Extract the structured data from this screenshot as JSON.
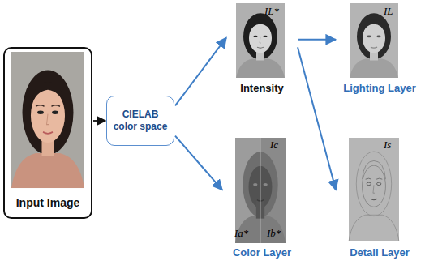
{
  "diagram": {
    "nodes": [
      {
        "text": [
          "Input Image"
        ]
      },
      {
        "text": [
          "CIELAB color space"
        ]
      },
      {
        "text": [
          "IL*",
          "Intensity"
        ]
      },
      {
        "text": [
          "Ic",
          "Ia*",
          "Ib*",
          "Color Layer"
        ]
      },
      {
        "text": [
          "IL",
          "Lighting Layer"
        ]
      },
      {
        "text": [
          "Is",
          "Detail Layer"
        ]
      }
    ],
    "edges": [
      {
        "from": 0,
        "to": 1,
        "arrow": "to"
      },
      {
        "from": 1,
        "to": 2,
        "arrow": "to"
      },
      {
        "from": 1,
        "to": 3,
        "arrow": "to"
      },
      {
        "from": 2,
        "to": 4,
        "arrow": "to"
      },
      {
        "from": 2,
        "to": 5,
        "arrow": "to"
      }
    ]
  }
}
